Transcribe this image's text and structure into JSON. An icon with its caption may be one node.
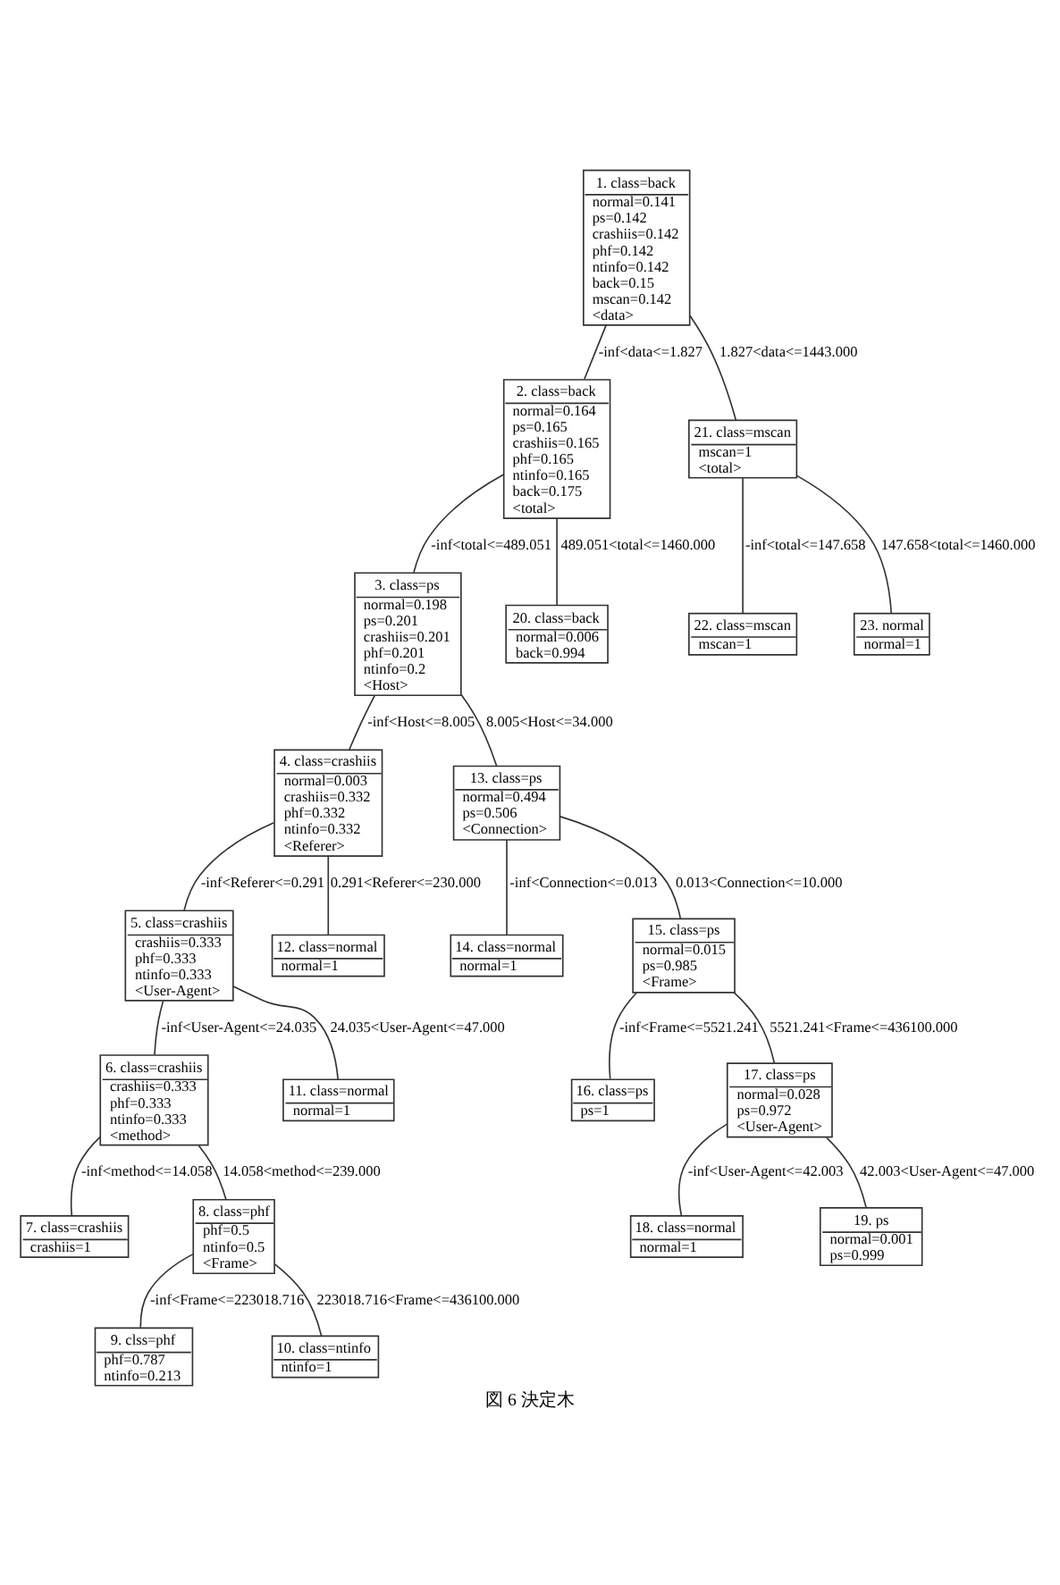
{
  "diagram": {
    "caption": "図 6 決定木",
    "nodes": [
      {
        "text": [
          "1. class=back",
          "normal=0.141",
          "ps=0.142",
          "crashiis=0.142",
          "phf=0.142",
          "ntinfo=0.142",
          "back=0.15",
          "mscan=0.142",
          "<data>"
        ]
      },
      {
        "text": [
          "2. class=back",
          "normal=0.164",
          "ps=0.165",
          "crashiis=0.165",
          "phf=0.165",
          "ntinfo=0.165",
          "back=0.175",
          "<total>"
        ]
      },
      {
        "text": [
          "21. class=mscan",
          "mscan=1",
          "<total>"
        ]
      },
      {
        "text": [
          "3. class=ps",
          "normal=0.198",
          "ps=0.201",
          "crashiis=0.201",
          "phf=0.201",
          "ntinfo=0.2",
          "<Host>"
        ]
      },
      {
        "text": [
          "20. class=back",
          "normal=0.006",
          "back=0.994"
        ]
      },
      {
        "text": [
          "22. class=mscan",
          "mscan=1"
        ]
      },
      {
        "text": [
          "23. normal",
          "normal=1"
        ]
      },
      {
        "text": [
          "4. class=crashiis",
          "normal=0.003",
          "crashiis=0.332",
          "phf=0.332",
          "ntinfo=0.332",
          "<Referer>"
        ]
      },
      {
        "text": [
          "13. class=ps",
          "normal=0.494",
          "ps=0.506",
          "<Connection>"
        ]
      },
      {
        "text": [
          "5. class=crashiis",
          "crashiis=0.333",
          "phf=0.333",
          "ntinfo=0.333",
          "<User-Agent>"
        ]
      },
      {
        "text": [
          "12. class=normal",
          "normal=1"
        ]
      },
      {
        "text": [
          "14. class=normal",
          "normal=1"
        ]
      },
      {
        "text": [
          "15. class=ps",
          "normal=0.015",
          "ps=0.985",
          "<Frame>"
        ]
      },
      {
        "text": [
          "6. class=crashiis",
          "crashiis=0.333",
          "phf=0.333",
          "ntinfo=0.333",
          "<method>"
        ]
      },
      {
        "text": [
          "11. class=normal",
          "normal=1"
        ]
      },
      {
        "text": [
          "16. class=ps",
          "ps=1"
        ]
      },
      {
        "text": [
          "17. class=ps",
          "normal=0.028",
          "ps=0.972",
          "<User-Agent>"
        ]
      },
      {
        "text": [
          "7. class=crashiis",
          "crashiis=1"
        ]
      },
      {
        "text": [
          "8. class=phf",
          "phf=0.5",
          "ntinfo=0.5",
          "<Frame>"
        ]
      },
      {
        "text": [
          "18. class=normal",
          "normal=1"
        ]
      },
      {
        "text": [
          "19. ps",
          "normal=0.001",
          "ps=0.999"
        ]
      },
      {
        "text": [
          "9. clss=phf",
          "phf=0.787",
          "ntinfo=0.213"
        ]
      },
      {
        "text": [
          "10. class=ntinfo",
          "ntinfo=1"
        ]
      }
    ],
    "edges": [
      {
        "from": 0,
        "to": 1,
        "arrow": "none",
        "label": "-inf<data<=1.827"
      },
      {
        "from": 0,
        "to": 2,
        "arrow": "none",
        "label": "1.827<data<=1443.000"
      },
      {
        "from": 1,
        "to": 3,
        "arrow": "none",
        "label": "-inf<total<=489.051"
      },
      {
        "from": 1,
        "to": 4,
        "arrow": "none",
        "label": "489.051<total<=1460.000"
      },
      {
        "from": 2,
        "to": 5,
        "arrow": "none",
        "label": "-inf<total<=147.658"
      },
      {
        "from": 2,
        "to": 6,
        "arrow": "none",
        "label": "147.658<total<=1460.000"
      },
      {
        "from": 3,
        "to": 7,
        "arrow": "none",
        "label": "-inf<Host<=8.005"
      },
      {
        "from": 3,
        "to": 8,
        "arrow": "none",
        "label": "8.005<Host<=34.000"
      },
      {
        "from": 7,
        "to": 9,
        "arrow": "none",
        "label": "-inf<Referer<=0.291"
      },
      {
        "from": 7,
        "to": 10,
        "arrow": "none",
        "label": "0.291<Referer<=230.000"
      },
      {
        "from": 8,
        "to": 11,
        "arrow": "none",
        "label": "-inf<Connection<=0.013"
      },
      {
        "from": 8,
        "to": 12,
        "arrow": "none",
        "label": "0.013<Connection<=10.000"
      },
      {
        "from": 9,
        "to": 13,
        "arrow": "none",
        "label": "-inf<User-Agent<=24.035"
      },
      {
        "from": 9,
        "to": 14,
        "arrow": "none",
        "label": "24.035<User-Agent<=47.000"
      },
      {
        "from": 12,
        "to": 15,
        "arrow": "none",
        "label": "-inf<Frame<=5521.241"
      },
      {
        "from": 12,
        "to": 16,
        "arrow": "none",
        "label": "5521.241<Frame<=436100.000"
      },
      {
        "from": 13,
        "to": 17,
        "arrow": "none",
        "label": "-inf<method<=14.058"
      },
      {
        "from": 13,
        "to": 18,
        "arrow": "none",
        "label": "14.058<method<=239.000"
      },
      {
        "from": 16,
        "to": 19,
        "arrow": "none",
        "label": "-inf<User-Agent<=42.003"
      },
      {
        "from": 16,
        "to": 20,
        "arrow": "none",
        "label": "42.003<User-Agent<=47.000"
      },
      {
        "from": 18,
        "to": 21,
        "arrow": "none",
        "label": "-inf<Frame<=223018.716"
      },
      {
        "from": 18,
        "to": 22,
        "arrow": "none",
        "label": "223018.716<Frame<=436100.000"
      }
    ]
  }
}
